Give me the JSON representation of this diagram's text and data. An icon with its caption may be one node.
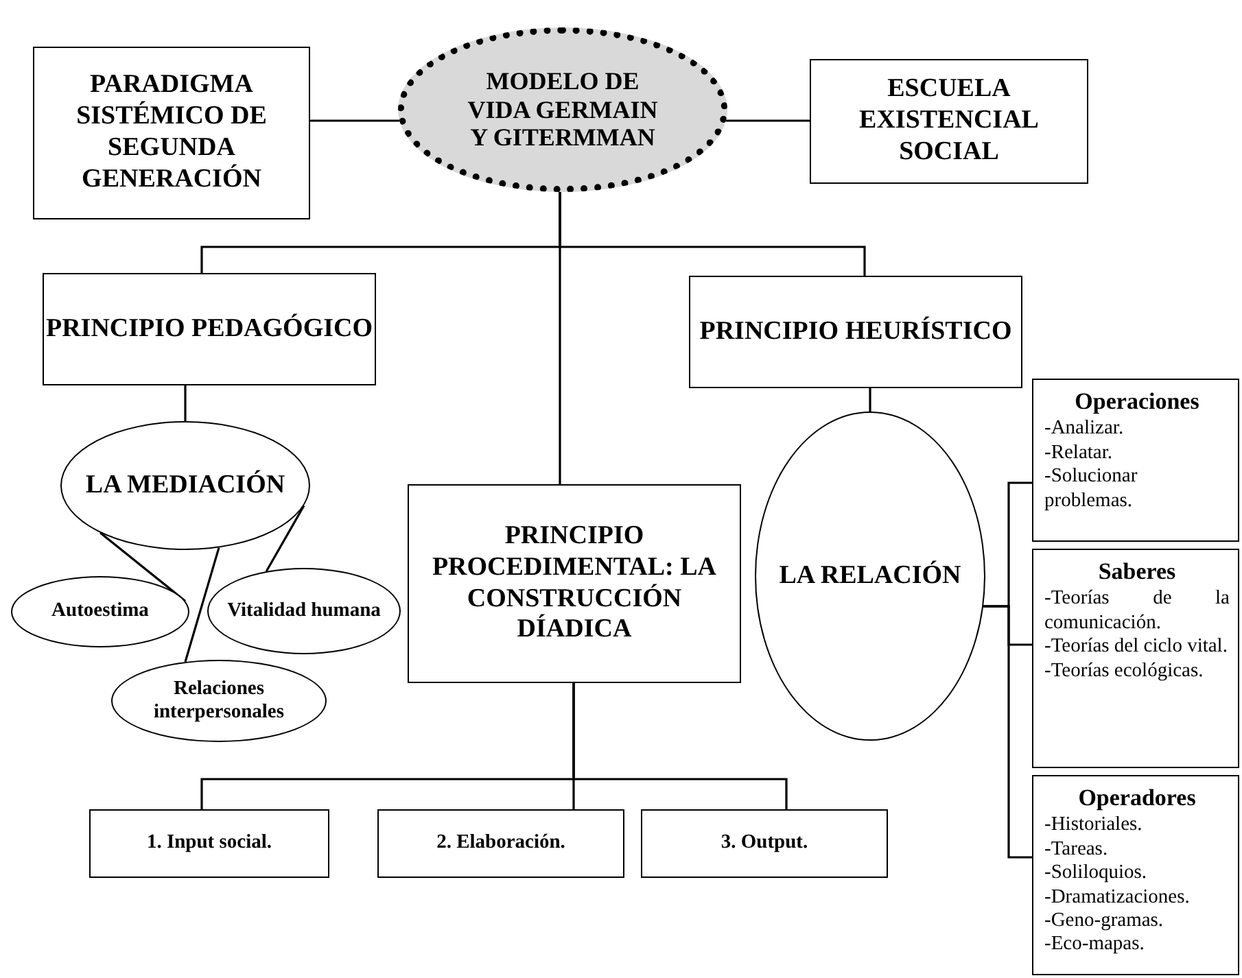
{
  "diagram": {
    "nodes": [
      {
        "text": [
          "MODELO DE VIDA GERMAIN Y GITERMMAN"
        ]
      },
      {
        "text": [
          "PARADIGMA SISTÉMICO DE SEGUNDA GENERACIÓN"
        ]
      },
      {
        "text": [
          "ESCUELA EXISTENCIAL SOCIAL"
        ]
      },
      {
        "text": [
          "PRINCIPIO PEDAGÓGICO"
        ]
      },
      {
        "text": [
          "PRINCIPIO HEURÍSTICO"
        ]
      },
      {
        "text": [
          "LA MEDIACIÓN"
        ]
      },
      {
        "text": [
          "Autoestima"
        ]
      },
      {
        "text": [
          "Vitalidad humana"
        ]
      },
      {
        "text": [
          "Relaciones interpersonales"
        ]
      },
      {
        "text": [
          "PRINCIPIO PROCEDIMENTAL: LA CONSTRUCCIÓN DÍADICA"
        ]
      },
      {
        "text": [
          "LA RELACIÓN"
        ]
      },
      {
        "text": [
          "Operaciones",
          "-Analizar.",
          "-Relatar.",
          "-Solucionar problemas."
        ]
      },
      {
        "text": [
          "Saberes",
          "-Teorías de la comunicación.",
          "-Teorías del ciclo vital.",
          "-Teorías ecológicas."
        ]
      },
      {
        "text": [
          "Operadores",
          "-Historiales.",
          "-Tareas.",
          "-Soliloquios.",
          "-Dramatizaciones.",
          "-Geno-gramas.",
          "-Eco-mapas."
        ]
      },
      {
        "text": [
          "1. Input social."
        ]
      },
      {
        "text": [
          "2. Elaboración."
        ]
      },
      {
        "text": [
          "3. Output."
        ]
      }
    ],
    "edges": [
      {
        "from": 0,
        "to": 1,
        "arrow": "none"
      },
      {
        "from": 0,
        "to": 2,
        "arrow": "none"
      },
      {
        "from": 0,
        "to": 3,
        "arrow": "none"
      },
      {
        "from": 0,
        "to": 9,
        "arrow": "none"
      },
      {
        "from": 0,
        "to": 4,
        "arrow": "none"
      },
      {
        "from": 3,
        "to": 5,
        "arrow": "none"
      },
      {
        "from": 5,
        "to": 6,
        "arrow": "none"
      },
      {
        "from": 5,
        "to": 8,
        "arrow": "none"
      },
      {
        "from": 5,
        "to": 7,
        "arrow": "none"
      },
      {
        "from": 4,
        "to": 10,
        "arrow": "none"
      },
      {
        "from": 10,
        "to": 11,
        "arrow": "none"
      },
      {
        "from": 10,
        "to": 12,
        "arrow": "none"
      },
      {
        "from": 10,
        "to": 13,
        "arrow": "none"
      },
      {
        "from": 9,
        "to": 14,
        "arrow": "none"
      },
      {
        "from": 9,
        "to": 15,
        "arrow": "none"
      },
      {
        "from": 9,
        "to": 16,
        "arrow": "none"
      }
    ]
  }
}
